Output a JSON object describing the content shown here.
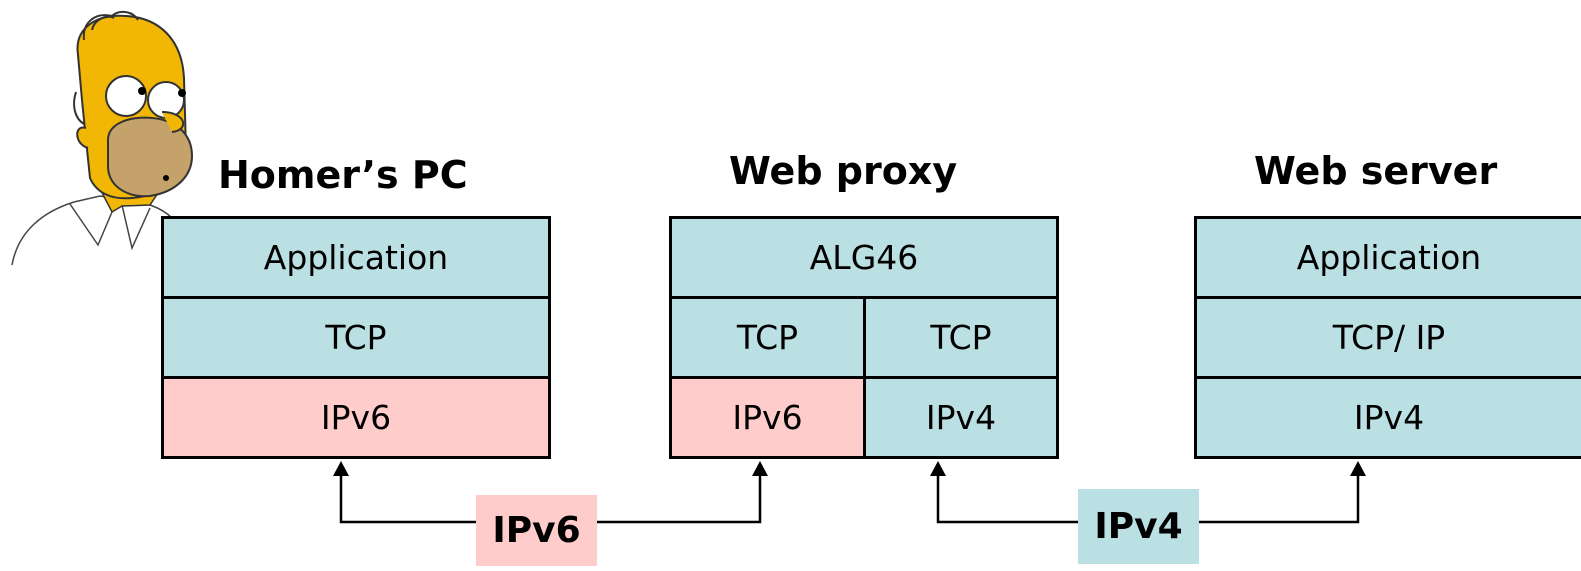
{
  "stacks": {
    "homer": {
      "title": "Homer’s PC",
      "app": "Application",
      "tcp": "TCP",
      "ip": "IPv6"
    },
    "proxy": {
      "title": "Web proxy",
      "alg": "ALG46",
      "tcp_left": "TCP",
      "tcp_right": "TCP",
      "ip_left": "IPv6",
      "ip_right": "IPv4"
    },
    "server": {
      "title": "Web server",
      "app": "Application",
      "tcp": "TCP/ IP",
      "ip": "IPv4"
    }
  },
  "links": {
    "left": "IPv6",
    "right": "IPv4"
  },
  "colors": {
    "ipv4_fill": "#bbe0e3",
    "ipv6_fill": "#ffcccc",
    "border": "#000000"
  }
}
